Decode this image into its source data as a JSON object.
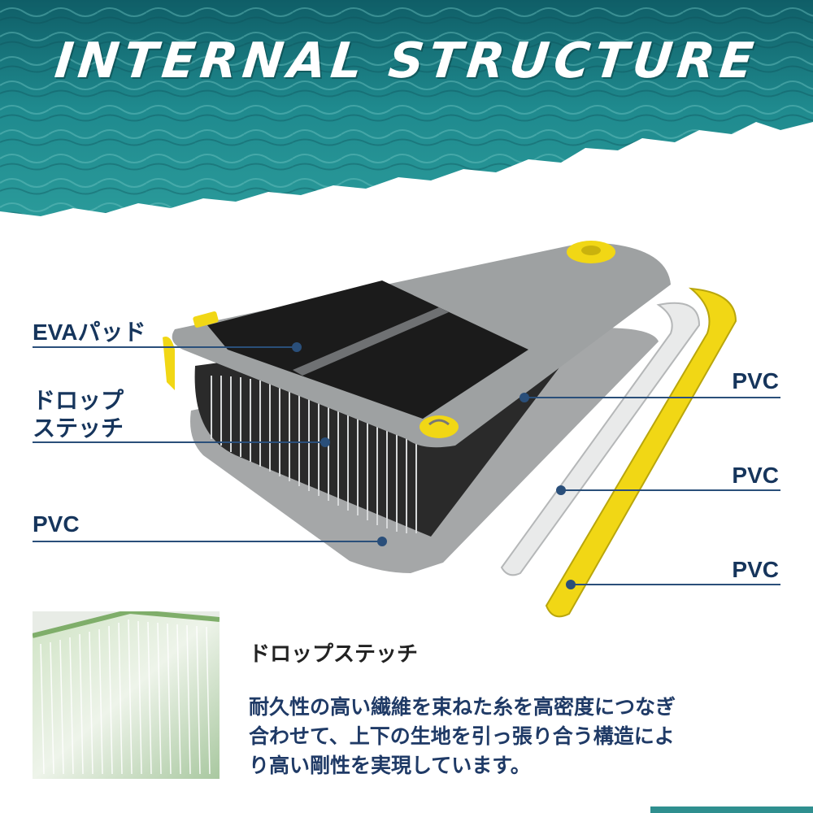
{
  "header": {
    "title": "INTERNAL STRUCTURE"
  },
  "labels": {
    "eva": "EVAパッド",
    "drop_line1": "ドロップ",
    "drop_line2": "ステッチ",
    "pvc_left": "PVC",
    "pvc_right_1": "PVC",
    "pvc_right_2": "PVC",
    "pvc_right_3": "PVC"
  },
  "detail": {
    "title": "ドロップステッチ",
    "body_lines": [
      "耐久性の高い繊維を束ねた糸を高密度につなぎ",
      "合わせて、上下の生地を引っ張り合う構造によ",
      "り高い剛性を実現しています。"
    ]
  },
  "colors": {
    "water": "#1f7d84",
    "label_text": "#16355c",
    "leader_line": "#2a4f7a",
    "board_gray": "#9ea1a2",
    "eva_black": "#1b1b1b",
    "yellow": "#f1d715"
  },
  "icons": [
    "valve-icon",
    "d-ring-icon"
  ]
}
